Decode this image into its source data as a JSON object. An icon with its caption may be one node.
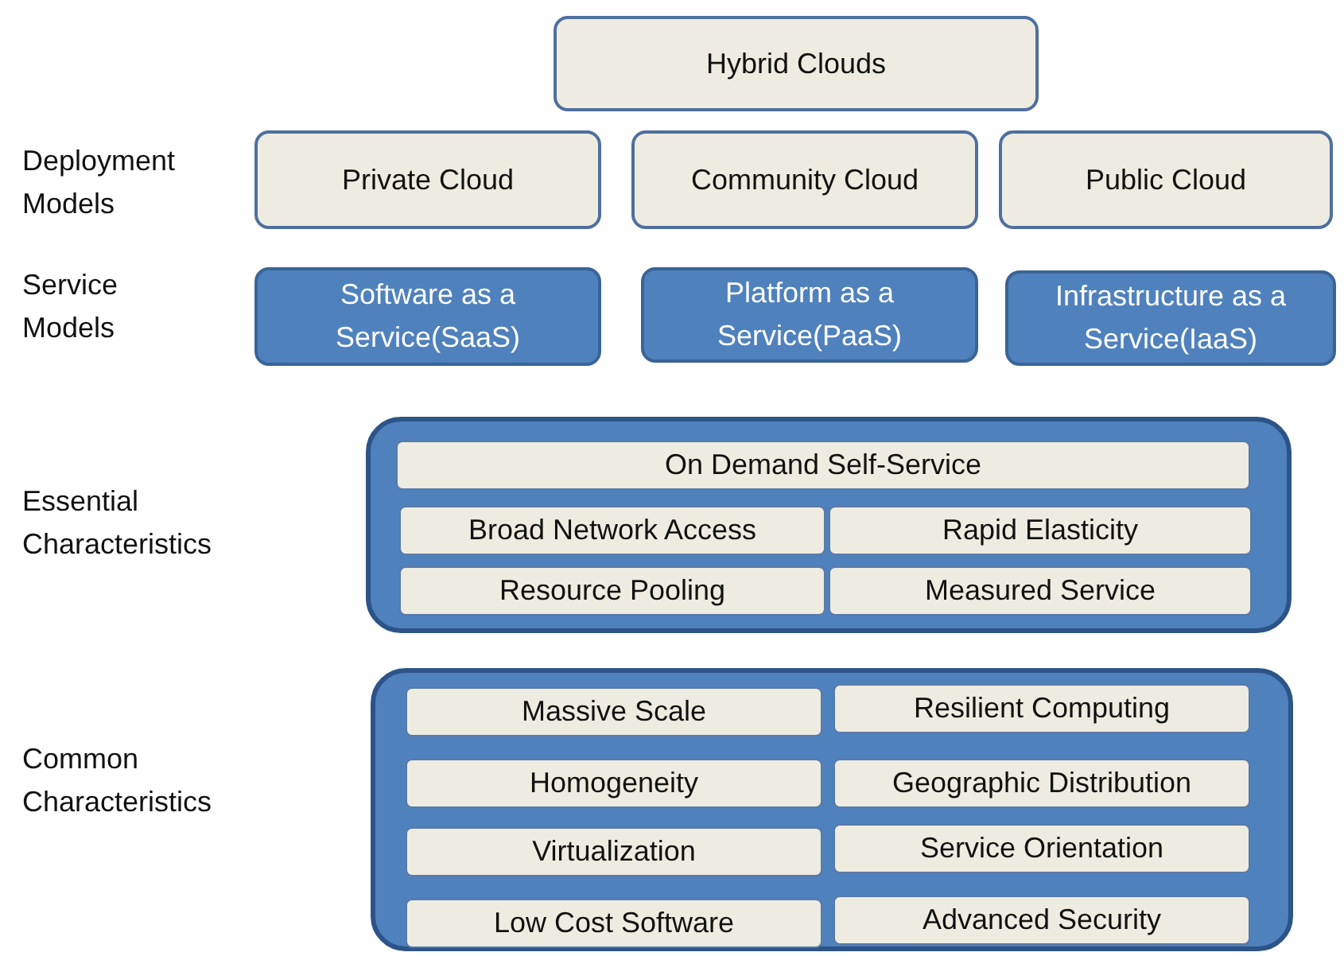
{
  "diagram": {
    "nodes": [
      {
        "text": [
          "Hybrid Clouds"
        ]
      },
      {
        "text": [
          "Private Cloud"
        ]
      },
      {
        "text": [
          "Community Cloud"
        ]
      },
      {
        "text": [
          "Public Cloud"
        ]
      },
      {
        "text": [
          "Software as a Service(SaaS)"
        ]
      },
      {
        "text": [
          "Platform as a Service(PaaS)"
        ]
      },
      {
        "text": [
          "Infrastructure as a Service(IaaS)"
        ]
      },
      {
        "text": [],
        "shape": "box"
      },
      {
        "text": [
          "On Demand Self-Service"
        ],
        "in": 7
      },
      {
        "text": [
          "Broad Network Access"
        ],
        "in": 7
      },
      {
        "text": [
          "Rapid Elasticity"
        ],
        "in": 7
      },
      {
        "text": [
          "Resource Pooling"
        ],
        "in": 7
      },
      {
        "text": [
          "Measured Service"
        ],
        "in": 7
      },
      {
        "text": [],
        "shape": "box"
      },
      {
        "text": [
          "Massive Scale"
        ],
        "in": 13
      },
      {
        "text": [
          "Resilient Computing"
        ],
        "in": 13
      },
      {
        "text": [
          "Homogeneity"
        ],
        "in": 13
      },
      {
        "text": [
          "Geographic Distribution"
        ],
        "in": 13
      },
      {
        "text": [
          "Virtualization"
        ],
        "in": 13
      },
      {
        "text": [
          "Service Orientation"
        ],
        "in": 13
      },
      {
        "text": [
          "Low Cost Software"
        ],
        "in": 13
      },
      {
        "text": [
          "Advanced Security"
        ],
        "in": 13
      }
    ],
    "labels": [
      "Deployment Models",
      "Service Models",
      "Essential Characteristics",
      "Common Characteristics"
    ]
  }
}
